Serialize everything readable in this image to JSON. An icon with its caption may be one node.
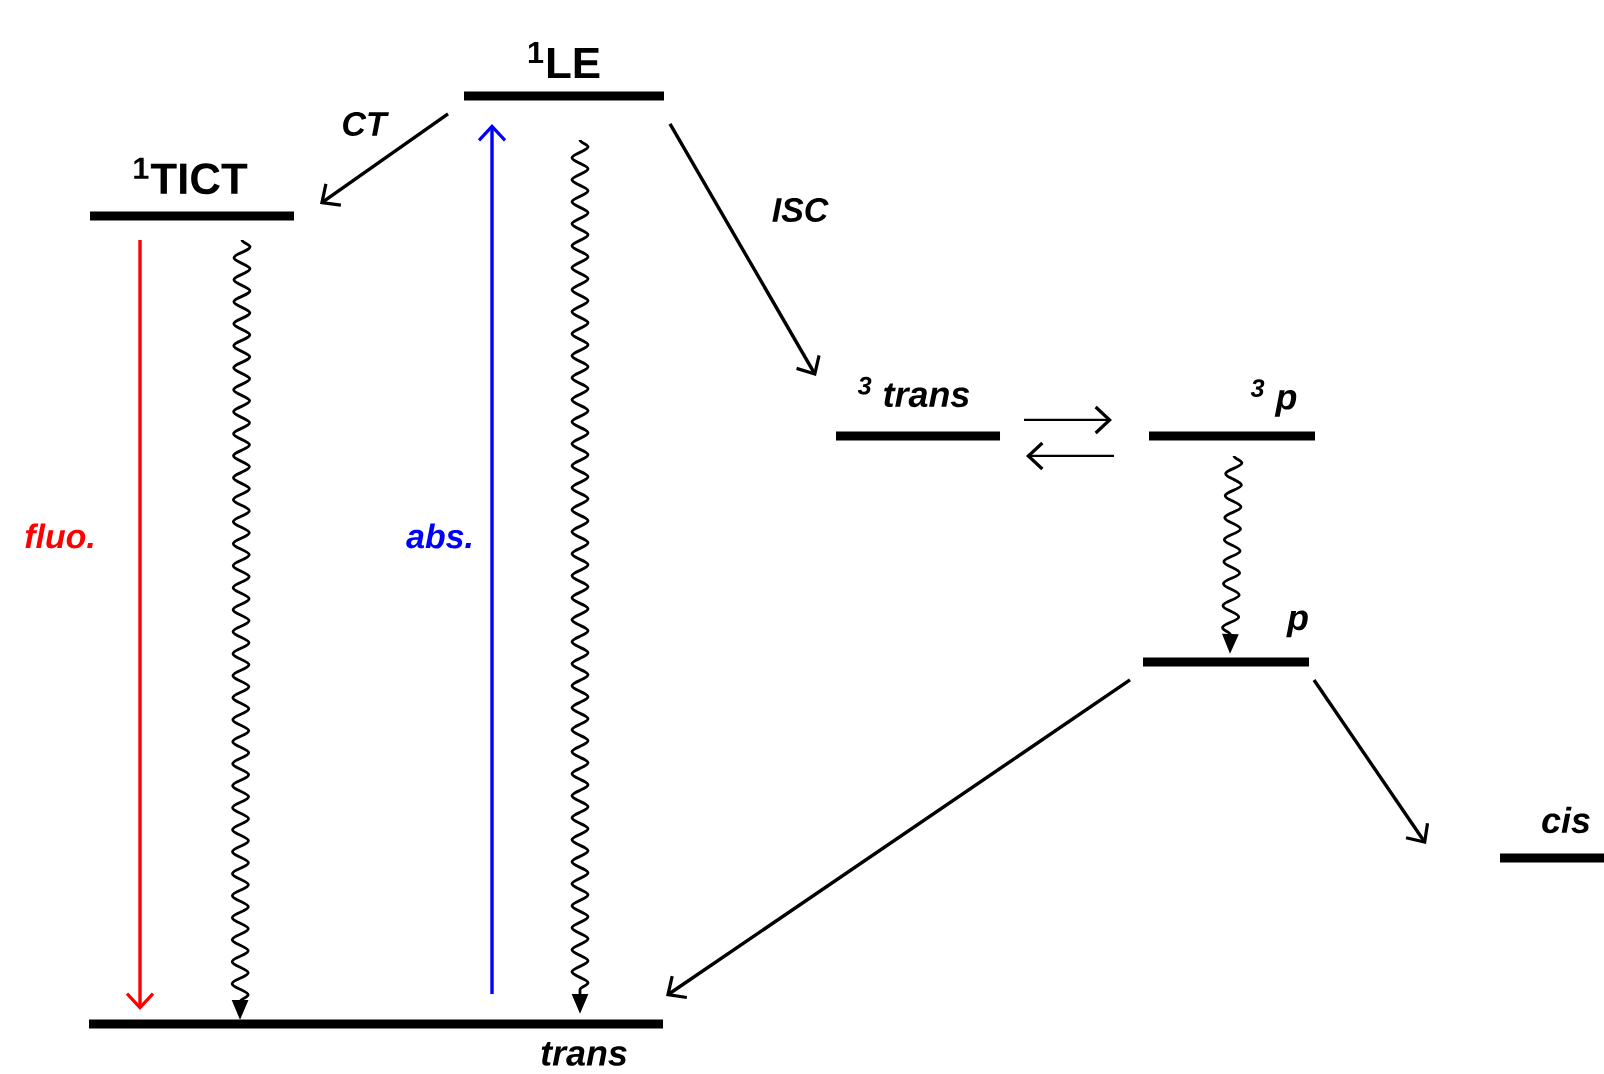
{
  "diagram": {
    "nodes": [
      {
        "text": [
          "$^{1}$LE"
        ]
      },
      {
        "text": [
          "$^{1}$TICT"
        ]
      },
      {
        "text": [
          "$^{3}$ *trans*"
        ]
      },
      {
        "text": [
          "$^{3}$ *p*"
        ]
      },
      {
        "text": [
          "p"
        ]
      },
      {
        "text": [
          "cis"
        ]
      },
      {
        "text": [
          "trans"
        ]
      }
    ],
    "edges": [
      {
        "from": 0,
        "to": 1,
        "arrow": "to",
        "label": "CT"
      },
      {
        "from": 0,
        "to": 2,
        "arrow": "to",
        "label": "ISC"
      },
      {
        "from": 1,
        "to": 6,
        "arrow": "to",
        "label": "fluo.",
        "color": "#ff0000"
      },
      {
        "from": 1,
        "to": 6,
        "arrow": "to"
      },
      {
        "from": 6,
        "to": 0,
        "arrow": "to",
        "label": "abs.",
        "color": "#0000ff"
      },
      {
        "from": 0,
        "to": 6,
        "arrow": "to"
      },
      {
        "from": 2,
        "to": 3,
        "arrow": "to"
      },
      {
        "from": 3,
        "to": 2,
        "arrow": "to"
      },
      {
        "from": 3,
        "to": 4,
        "arrow": "to"
      },
      {
        "from": 4,
        "to": 6,
        "arrow": "to"
      },
      {
        "from": 4,
        "to": 5,
        "arrow": "to"
      }
    ]
  }
}
